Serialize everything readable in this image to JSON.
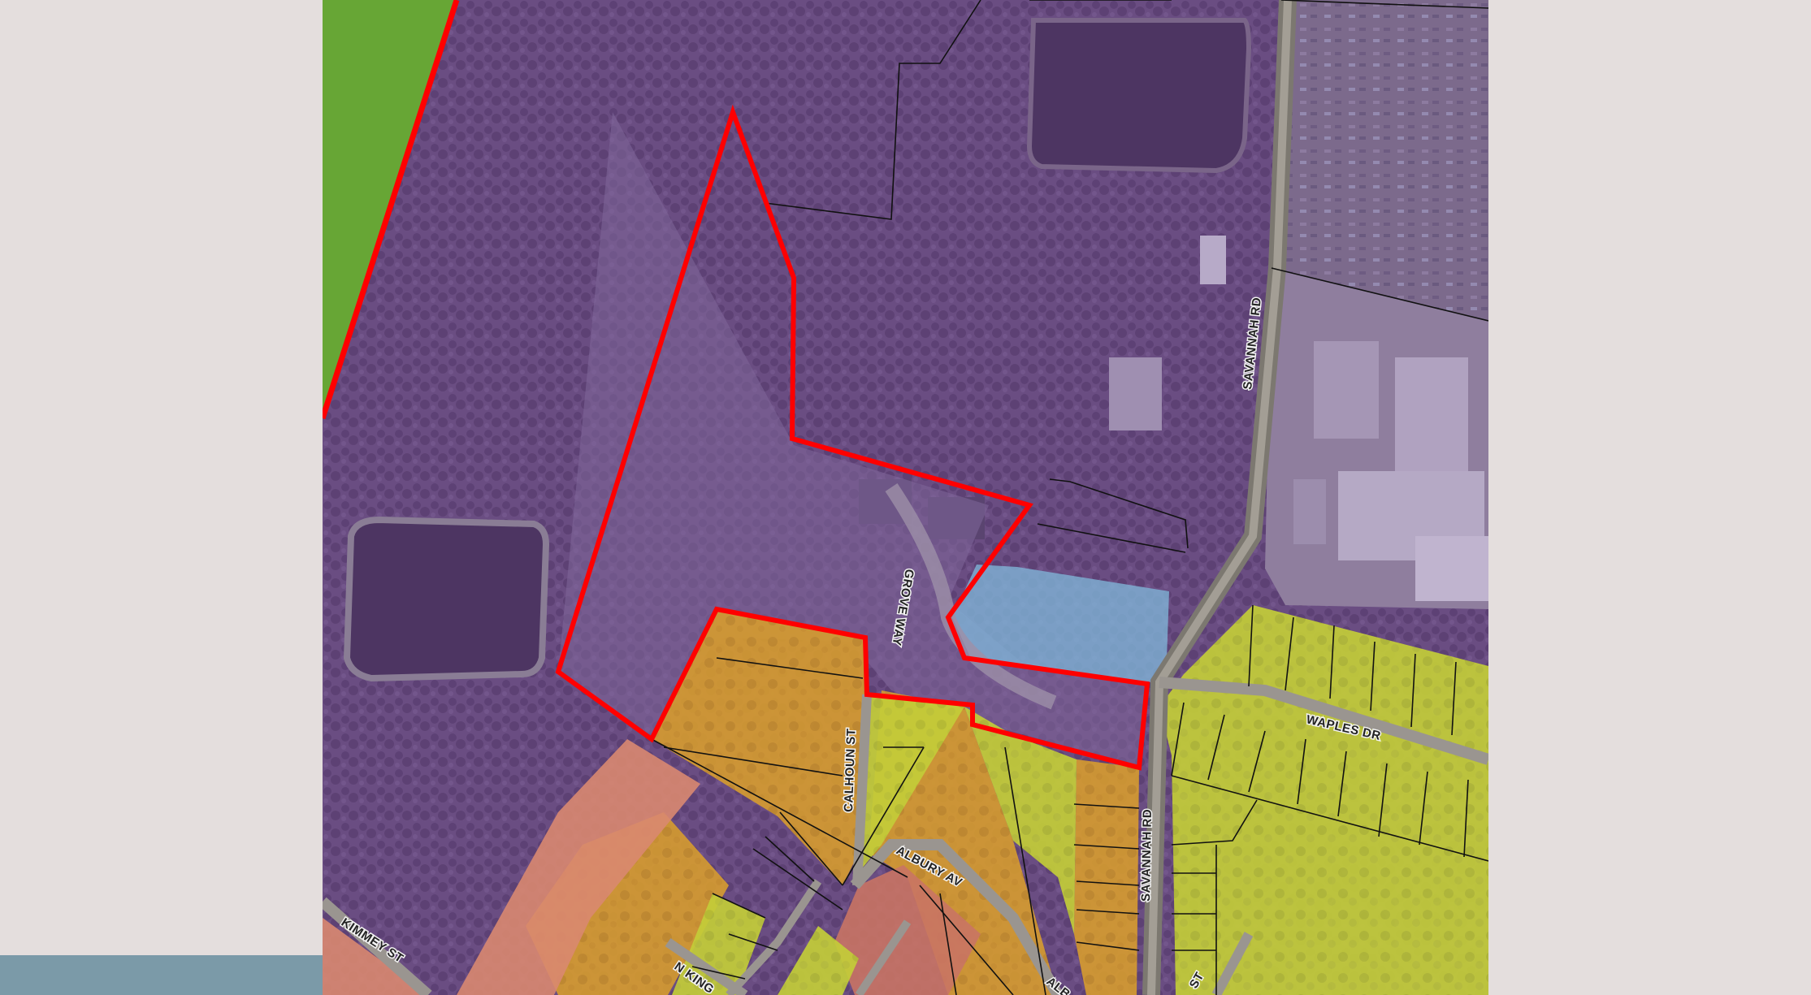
{
  "map": {
    "colors": {
      "purple_zone": "#7d5a99",
      "orange_zone": "#d99a2b",
      "yellow_zone": "#c9d23a",
      "salmon_zone": "#d98870",
      "blue_zone": "#7fb3d6",
      "green_zone": "#6fae3a",
      "highlight_outline": "#ff0000",
      "parcel_line": "#111111",
      "road": "#8f8a85",
      "panel_bg": "#e4dedd",
      "bottom_bar": "#7b9aa8"
    },
    "icons": {
      "highlighted_parcel": "red-outline-polygon",
      "pond": "water-pond-shape"
    },
    "streets": {
      "savannah_rd_north": "SAVANNAH RD",
      "savannah_rd_south": "SAVANNAH RD",
      "grove_way": "GROVE WAY",
      "waples_dr": "WAPLES DR",
      "calhoun_st": "CALHOUN ST",
      "albury_av": "ALBURY AV",
      "albury_av_south": "ALB",
      "kimmey_st": "KIMMEY ST",
      "n_king": "N KING",
      "partial_st": "ST"
    }
  }
}
